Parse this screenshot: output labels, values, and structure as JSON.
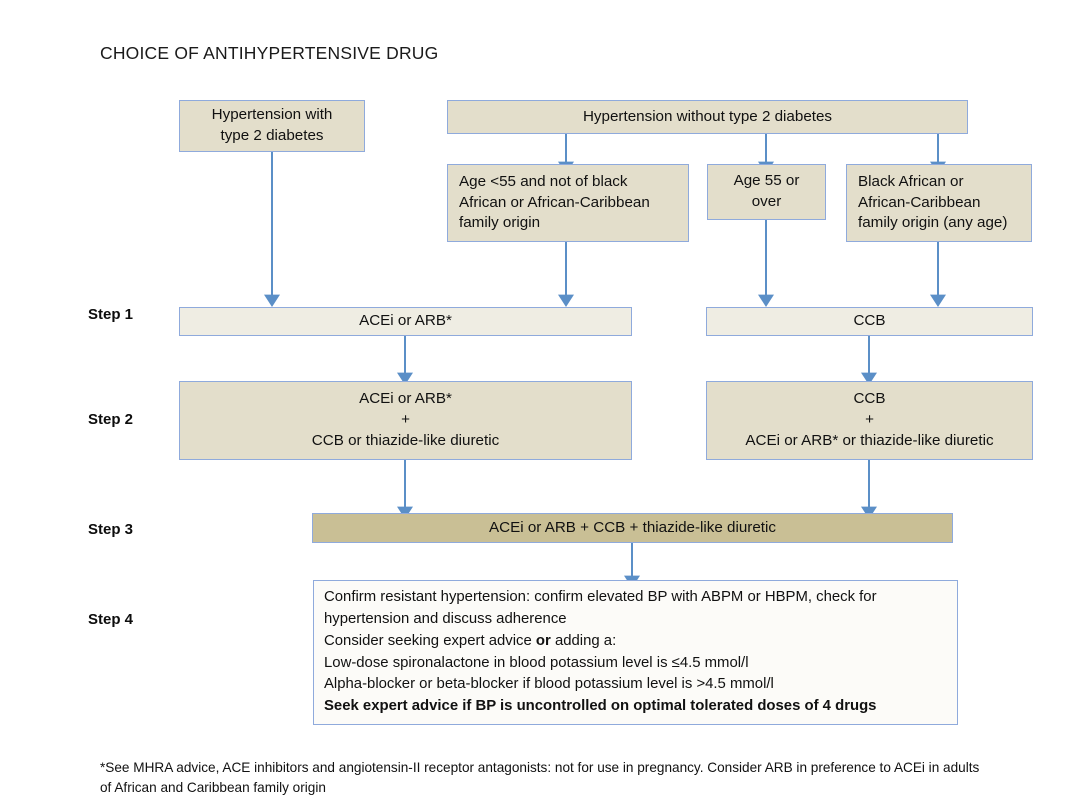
{
  "page": {
    "title": "CHOICE OF ANTIHYPERTENSIVE DRUG",
    "footnote_line1": "*See MHRA advice, ACE inhibitors and angiotensin-II receptor antagonists: not for use in pregnancy. Consider ARB in preference to",
    "footnote_line2": "ACEi in adults of African and Caribbean family origin"
  },
  "colors": {
    "box_border": "#8FAADC",
    "fill_standard": "#E3DECB",
    "fill_light": "#EFEDE3",
    "fill_dark": "#C9BF95",
    "fill_white": "#FCFBF8",
    "arrow": "#5B8FC7",
    "text": "#111111"
  },
  "step_labels": {
    "step1": "Step 1",
    "step2": "Step 2",
    "step3": "Step 3",
    "step4": "Step 4"
  },
  "entry_boxes": {
    "diabetes": {
      "line1": "Hypertension with",
      "line2": "type 2 diabetes"
    },
    "no_diabetes": {
      "line1": "Hypertension without type 2 diabetes"
    }
  },
  "branch_boxes": {
    "under55": {
      "line1": "Age <55 and not of black",
      "line2": "African or African-Caribbean",
      "line3": "family origin"
    },
    "over55": {
      "line1": "Age 55 or",
      "line2": "over"
    },
    "black_african": {
      "line1": "Black African or",
      "line2": "African-Caribbean",
      "line3": "family origin (any age)"
    }
  },
  "step1": {
    "left": "ACEi or ARB*",
    "right": "CCB"
  },
  "step2": {
    "left": {
      "line1": "ACEi or ARB*",
      "line2": "+",
      "line3": "CCB or thiazide-like diuretic"
    },
    "right": {
      "line1": "CCB",
      "line2": "+",
      "line3": "ACEi or ARB* or thiazide-like diuretic"
    }
  },
  "step3": {
    "text": "ACEi or ARB + CCB + thiazide-like diuretic"
  },
  "step4": {
    "line1": "Confirm resistant hypertension: confirm elevated BP with ABPM or HBPM, check for",
    "line2": "hypertension and discuss adherence",
    "line3_a": "Consider seeking expert advice ",
    "line3_bold": "or",
    "line3_b": " adding a:",
    "line4": "Low-dose spironalactone in blood potassium level is ≤4.5 mmol/l",
    "line5": "Alpha-blocker or beta-blocker if blood potassium level is >4.5 mmol/l",
    "line6_bold": "Seek expert advice if BP is uncontrolled on optimal tolerated doses of 4 drugs"
  }
}
